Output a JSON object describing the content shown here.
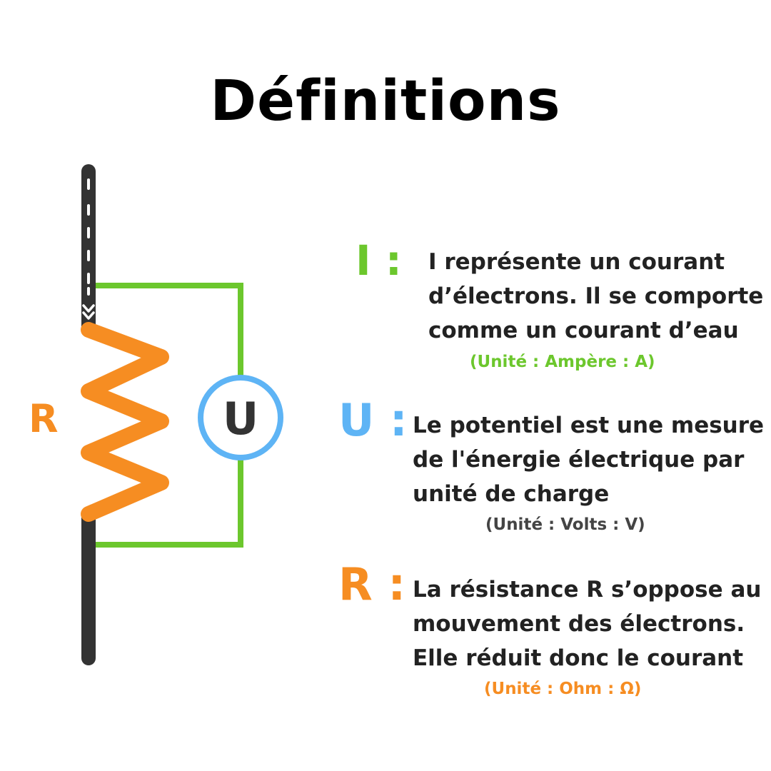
{
  "title": "Définitions",
  "colors": {
    "current": "#6cc72d",
    "voltage": "#5eb4f5",
    "resistance": "#f68d22",
    "wire": "#333333",
    "text": "#222222"
  },
  "diagram": {
    "resistor_label": "R",
    "voltmeter_label": "U"
  },
  "definitions": [
    {
      "symbol": "I :",
      "lines": [
        "I représente un courant",
        "d’électrons. Il se comporte",
        "comme un courant d’eau"
      ],
      "unit": "(Unité : Ampère : A)"
    },
    {
      "symbol": "U :",
      "lines": [
        "Le potentiel est une mesure",
        "de l'énergie électrique par",
        "unité de charge"
      ],
      "unit": "(Unité : Volts : V)"
    },
    {
      "symbol": "R :",
      "lines": [
        "La résistance R s’oppose au",
        "mouvement des électrons.",
        "Elle réduit donc le courant"
      ],
      "unit": "(Unité : Ohm : Ω)"
    }
  ]
}
